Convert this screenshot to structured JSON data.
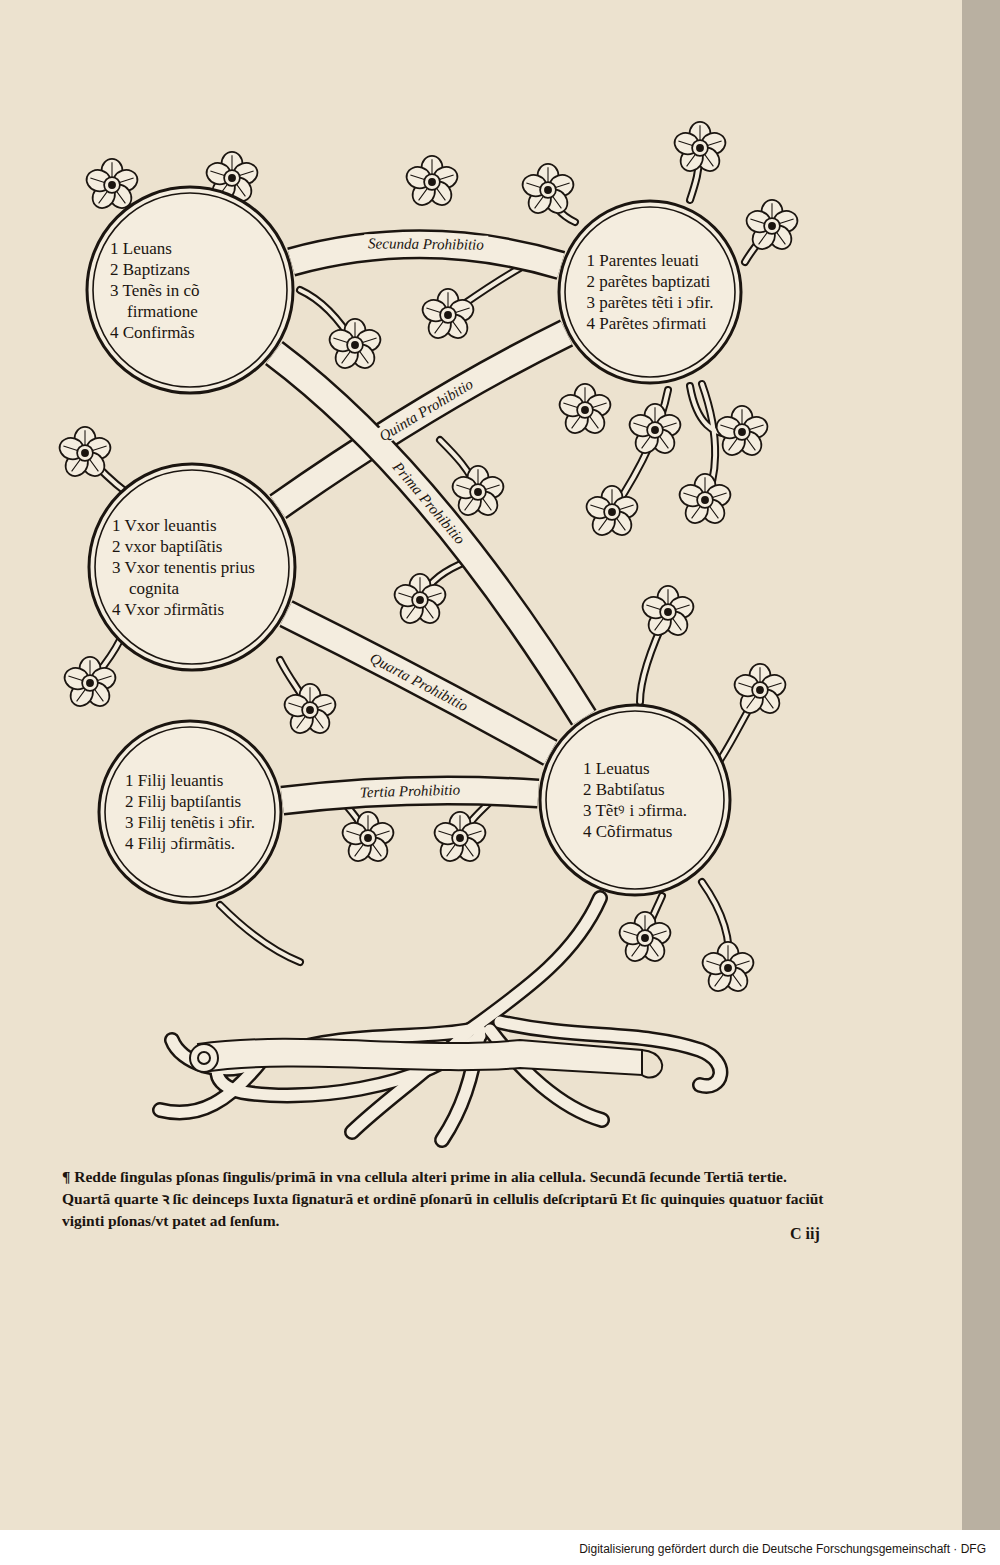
{
  "diagram": {
    "caption": "¶ Redde ſingulas pſonas ſingulis/primã in vna cellula alteri prime in alia cellula. Secundã ſecunde Tertiã tertie. Quartã quarte ꝛ ſic deinceps Iuxta ſignaturã et ordinẽ pſonarũ in cellulis deſcriptarũ Et ſic quinquies quatuor faciũt viginti pſonas/vt patet ad ſenſum.",
    "nodes": [
      {
        "text": [
          "1 Leuans",
          "2 Baptizans",
          "3 Tenẽs in cõ firmatione",
          "4 Confirmãs"
        ]
      },
      {
        "text": [
          "1 Parentes leuati",
          "2 parẽtes baptizati",
          "3 parẽtes tẽti i ɔfir.",
          "4 Parẽtes ɔfirmati"
        ]
      },
      {
        "text": [
          "1 Vxor leuantis",
          "2 vxor baptiſãtis",
          "3 Vxor tenentis prius cognita",
          "4 Vxor ɔfirmãtis"
        ]
      },
      {
        "text": [
          "1 Filij leuantis",
          "2 Filij baptiſantis",
          "3 Filij tenẽtis i ɔfir.",
          "4 Filij ɔfirmãtis."
        ]
      },
      {
        "text": [
          "1 Leuatus",
          "2 Babtiſatus",
          "3 Tẽtꝰ i ɔfirma.",
          "4 Cõfirmatus"
        ]
      }
    ],
    "edges": [
      {
        "from": 0,
        "to": 1,
        "label": "Secunda Prohibitio",
        "arrow": "none"
      },
      {
        "from": 2,
        "to": 1,
        "label": "Quinta Prohibitio",
        "arrow": "none"
      },
      {
        "from": 0,
        "to": 4,
        "label": "Prima Prohibitio",
        "arrow": "none"
      },
      {
        "from": 2,
        "to": 4,
        "label": "Quarta Prohibitio",
        "arrow": "none"
      },
      {
        "from": 3,
        "to": 4,
        "label": "Tertia Prohibitio",
        "arrow": "none"
      }
    ],
    "labels": [
      "C iij",
      "Digitalisierung gefördert durch die Deutsche Forschungsgemeinschaft · DFG"
    ]
  }
}
